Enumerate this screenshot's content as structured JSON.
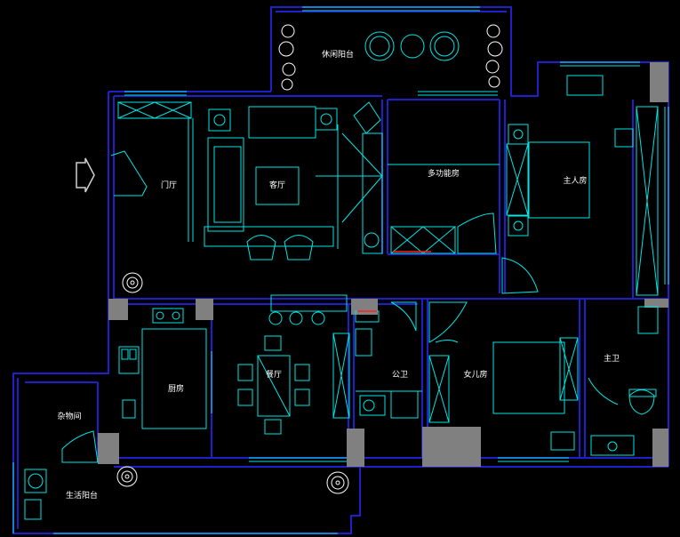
{
  "colors": {
    "background": "#000000",
    "wall": "#1f1fcc",
    "furniture": "#00e5e5",
    "column": "#808080",
    "label": "#ffffff",
    "plant": "#ffffff",
    "accent": "#ff2020"
  },
  "rooms": {
    "leisure_balcony": "休闲阳台",
    "foyer": "门厅",
    "living_room": "客厅",
    "multi_room": "多功能房",
    "master_bedroom": "主人房",
    "kitchen": "厨房",
    "dining_room": "餐厅",
    "public_bath": "公卫",
    "daughter_room": "女儿房",
    "master_bath": "主卫",
    "utility_room": "杂物间",
    "service_balcony": "生活阳台"
  },
  "icons": {
    "entry": "entry-arrow-icon",
    "plant": "potted-plant-icon",
    "column": "structural-column"
  }
}
